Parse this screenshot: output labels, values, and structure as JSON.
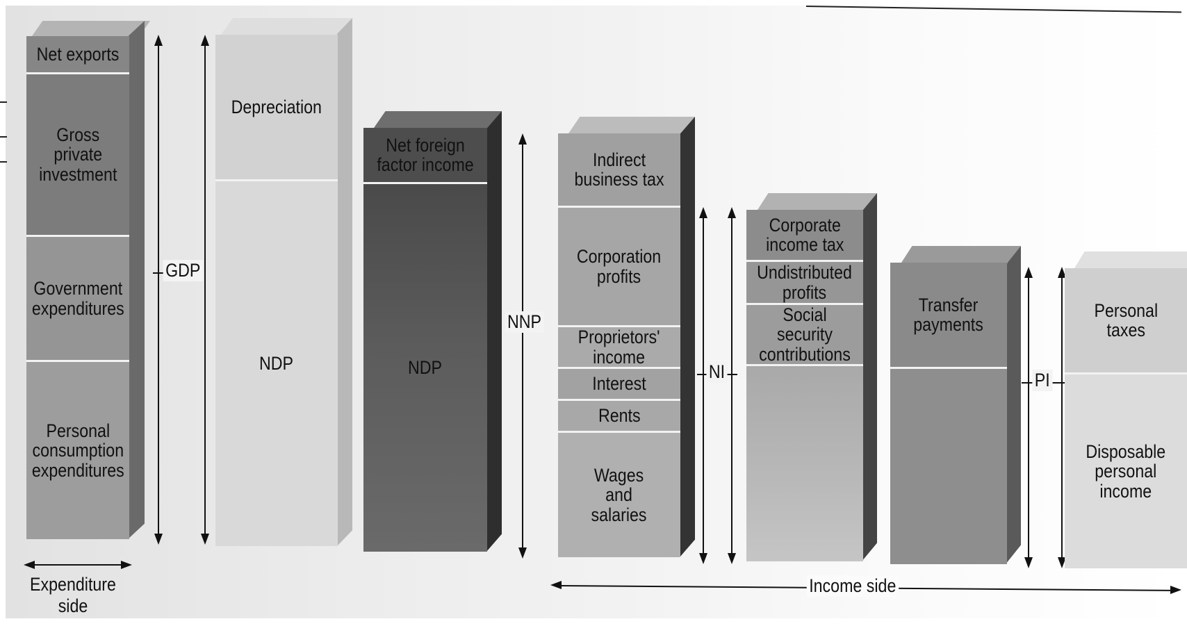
{
  "columns": {
    "expenditure": {
      "net_exports": "Net exports",
      "gross_private_investment": "Gross\nprivate\ninvestment",
      "government_expenditures": "Government\nexpenditures",
      "personal_consumption": "Personal\nconsumption\nexpenditures"
    },
    "gdp_column": {
      "depreciation": "Depreciation",
      "ndp": "NDP"
    },
    "nnp_column": {
      "net_foreign_factor_income": "Net foreign\nfactor income",
      "ndp": "NDP"
    },
    "ni_column": {
      "indirect_business_tax": "Indirect\nbusiness tax",
      "corporation_profits": "Corporation\nprofits",
      "proprietors_income": "Proprietors'\nincome",
      "interest": "Interest",
      "rents": "Rents",
      "wages": "Wages\nand\nsalaries"
    },
    "pi_column": {
      "corporate_income_tax": "Corporate\nincome tax",
      "undistributed_profits": "Undistributed\nprofits",
      "social_security": "Social security\ncontributions"
    },
    "transfer_column": {
      "transfer_payments": "Transfer\npayments"
    },
    "dpi_column": {
      "personal_taxes": "Personal\ntaxes",
      "disposable_income": "Disposable\npersonal\nincome"
    }
  },
  "measures": {
    "gdp": "GDP",
    "nnp": "NNP",
    "ni": "NI",
    "pi": "PI"
  },
  "sides": {
    "expenditure": "Expenditure\nside",
    "income": "Income side"
  },
  "colors": {
    "col1": "#8f8f8f",
    "col2": "#cfcfcf",
    "col3": "#5a5a5a",
    "col4": "#a8a8a8",
    "col5": "#9e9e9e",
    "col6": "#8c8c8c",
    "col7": "#d6d6d6"
  }
}
